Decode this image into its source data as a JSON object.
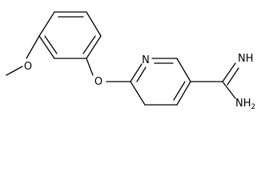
{
  "molecule": {
    "atoms": {
      "oxygen_ether": "O",
      "oxygen_methoxy": "O",
      "nitrogen_ring": "N",
      "nitrogen_imine": "NH",
      "nitrogen_amine": "NH",
      "nitrogen_amine_subscript": "2"
    }
  }
}
